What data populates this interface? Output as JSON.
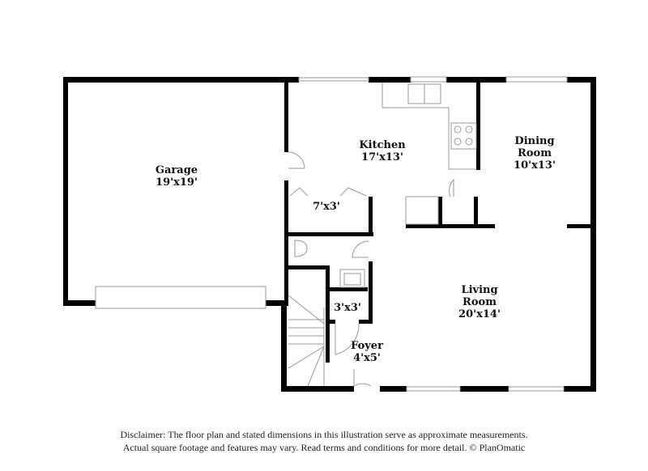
{
  "rooms": {
    "garage": {
      "name": "Garage",
      "dims": "19'x19'"
    },
    "kitchen": {
      "name": "Kitchen",
      "dims": "17'x13'"
    },
    "dining": {
      "name_line1": "Dining",
      "name_line2": "Room",
      "dims": "10'x13'"
    },
    "pantry": {
      "dims": "7'x3'"
    },
    "closet": {
      "dims": "3'x3'"
    },
    "foyer": {
      "name": "Foyer",
      "dims": "4'x5'"
    },
    "living": {
      "name_line1": "Living",
      "name_line2": "Room",
      "dims": "20'x14'"
    }
  },
  "disclaimer": {
    "line1": "Disclaimer: The floor plan and stated dimensions in this illustration serve as approximate measurements.",
    "line2": "Actual square footage and features may vary. Read terms and conditions for more detail. © PlanOmatic"
  },
  "colors": {
    "wall": "#000000",
    "fixture": "#9a9a9a",
    "text": "#111111"
  }
}
